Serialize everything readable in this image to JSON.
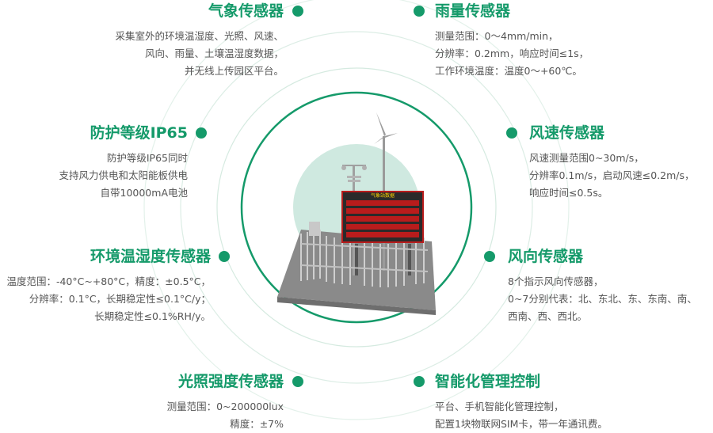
{
  "features": [
    {
      "id": "weather-sensor",
      "title": "气象传感器",
      "lines": [
        "采集室外的环境温湿度、光照、风速、",
        "风向、雨量、土壤温湿度数据，",
        "并无线上传园区平台。"
      ]
    },
    {
      "id": "rain-sensor",
      "title": "雨量传感器",
      "lines": [
        "测量范围：0～4mm/min，",
        "分辨率：0.2mm，响应时间≤1s，",
        "工作环境温度：温度0～+60℃。"
      ]
    },
    {
      "id": "protection-ip65",
      "title": "防护等级IP65",
      "lines": [
        "防护等级IP65同时",
        "支持风力供电和太阳能板供电",
        "自带10000mA电池"
      ]
    },
    {
      "id": "wind-speed-sensor",
      "title": "风速传感器",
      "lines": [
        "风速测量范围0~30m/s，",
        "分辨率0.1m/s，启动风速≤0.2m/s，",
        "响应时间≤0.5s。"
      ]
    },
    {
      "id": "temp-humidity-sensor",
      "title": "环境温湿度传感器",
      "lines": [
        "温度范围：-40°C~+80°C，精度：±0.5°C，",
        "分辨率：0.1°C，长期稳定性≤0.1°C/y；",
        "长期稳定性≤0.1%RH/y。"
      ]
    },
    {
      "id": "wind-direction-sensor",
      "title": "风向传感器",
      "lines": [
        "8个指示风向传感器，",
        "0~7分别代表：北、东北、东、东南、南、",
        "西南、西、西北。"
      ]
    },
    {
      "id": "light-sensor",
      "title": "光照强度传感器",
      "lines": [
        "测量范围：0~200000lux",
        "精度：±7%"
      ]
    },
    {
      "id": "smart-control",
      "title": "智能化管理控制",
      "lines": [
        "平台、手机智能化管理控制，",
        "配置1块物联网SIM卡，带一年通讯费。"
      ]
    }
  ],
  "station": {
    "panel_title": "气象站数据"
  },
  "colors": {
    "accent": "#159a6a",
    "ring": "#d7ece3",
    "text": "#555555"
  }
}
